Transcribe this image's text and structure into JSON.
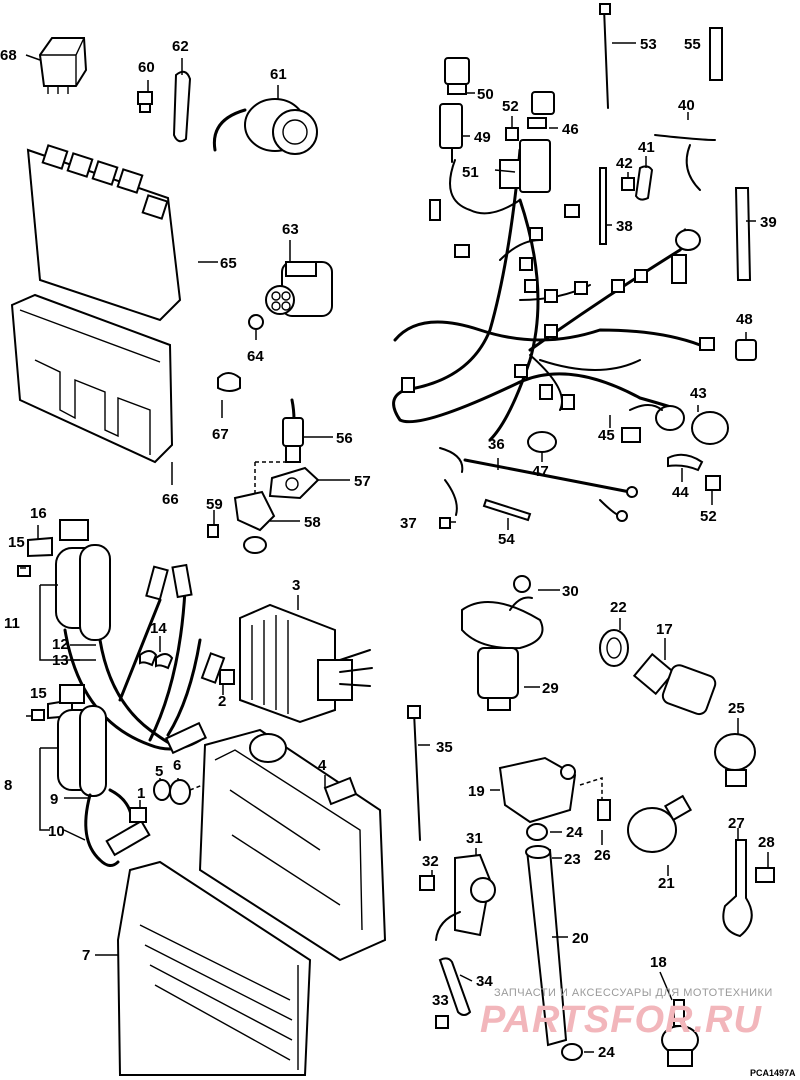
{
  "diagram": {
    "reference_code": "PCA1497A",
    "callouts": [
      "1",
      "2",
      "3",
      "4",
      "5",
      "6",
      "7",
      "8",
      "9",
      "10",
      "11",
      "12",
      "13",
      "14",
      "15",
      "15",
      "16",
      "17",
      "18",
      "19",
      "20",
      "21",
      "22",
      "23",
      "24",
      "24",
      "25",
      "26",
      "27",
      "28",
      "29",
      "30",
      "31",
      "32",
      "33",
      "34",
      "35",
      "36",
      "37",
      "38",
      "39",
      "40",
      "41",
      "42",
      "43",
      "44",
      "45",
      "46",
      "47",
      "48",
      "49",
      "50",
      "51",
      "52",
      "52",
      "53",
      "54",
      "55",
      "56",
      "57",
      "58",
      "59",
      "60",
      "61",
      "62",
      "63",
      "64",
      "65",
      "66",
      "67",
      "68"
    ]
  },
  "watermark": {
    "tagline": "ЗАПЧАСТИ И АКСЕССУАРЫ ДЛЯ МОТОТЕХНИКИ",
    "brand": "PARTSFOR.RU"
  }
}
